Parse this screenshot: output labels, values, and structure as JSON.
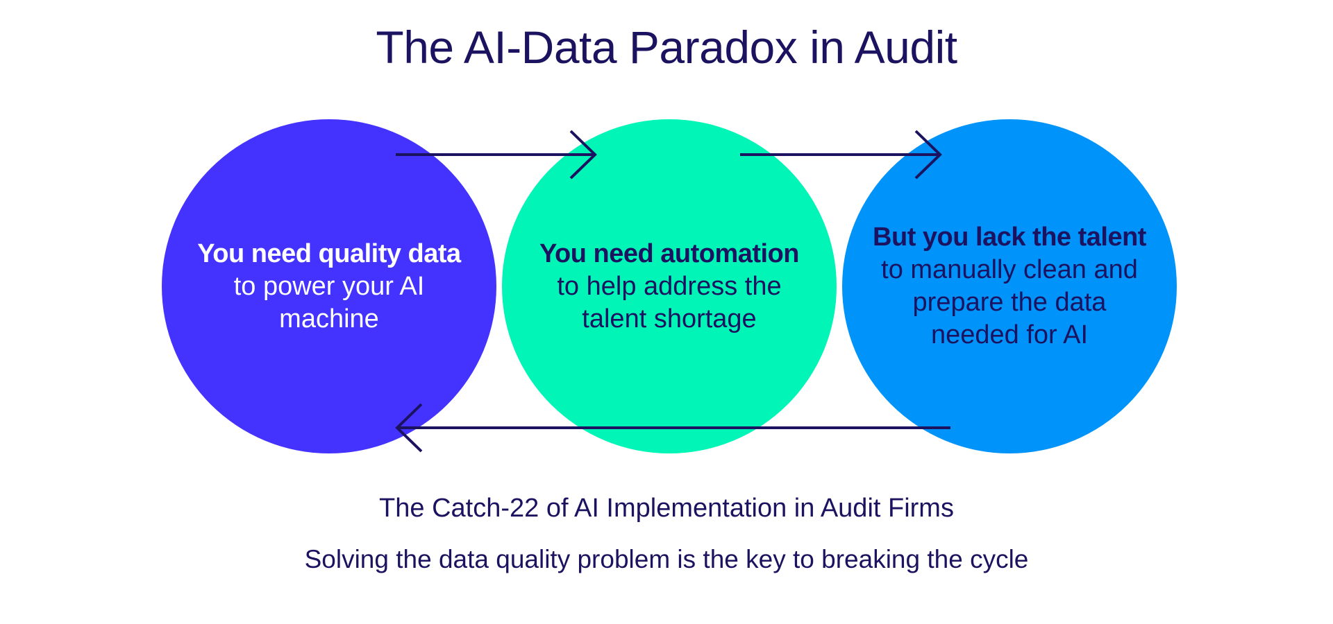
{
  "title": "The AI-Data Paradox in Audit",
  "circles": [
    {
      "heading": "You need quality data",
      "body": "to power your AI machine",
      "color": "#4433ff"
    },
    {
      "heading": "You need automation",
      "body": "to help address the talent shortage",
      "color": "#00f5b6"
    },
    {
      "heading": "But you lack the talent",
      "body": "to manually clean and prepare the data needed for AI",
      "color": "#0093fa"
    }
  ],
  "subtitle": "The Catch-22 of AI Implementation in Audit Firms",
  "tagline": "Solving the data quality problem is the key to breaking the cycle",
  "colors": {
    "text": "#1c1360",
    "arrow": "#1c1360",
    "background": "#ffffff"
  }
}
